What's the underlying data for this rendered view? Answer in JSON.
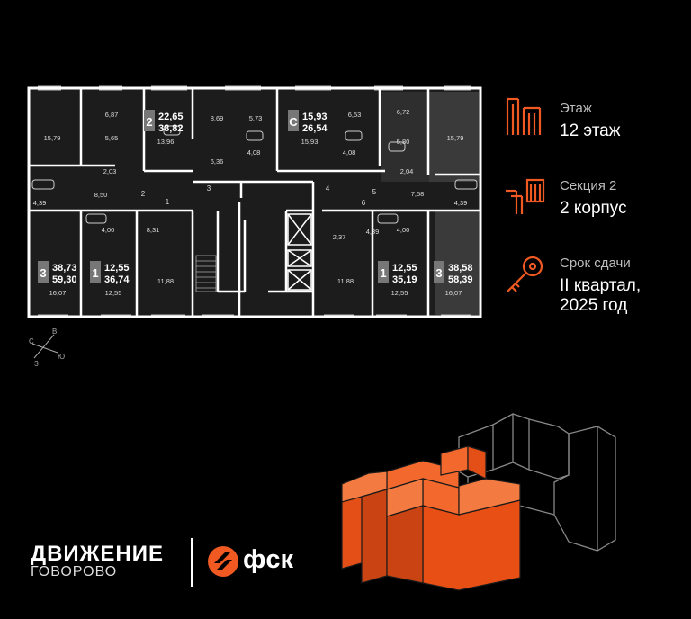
{
  "floor": {
    "label": "Этаж",
    "value": "12 этаж"
  },
  "section": {
    "label": "Секция 2",
    "value": "2 корпус"
  },
  "delivery": {
    "label": "Срок сдачи",
    "value_line1": "II квартал,",
    "value_line2": "2025 год"
  },
  "brand": {
    "name": "ДВИЖЕНИЕ",
    "sub": "ГОВОРОВО",
    "developer": "фск"
  },
  "compass": {
    "n": "С",
    "e": "В",
    "s": "Ю",
    "w": "З"
  },
  "accent_color": "#f05a22",
  "apartments": [
    {
      "rooms": "2",
      "a1": "22,65",
      "a2": "38,82"
    },
    {
      "rooms": "С",
      "a1": "15,93",
      "a2": "26,54"
    },
    {
      "rooms": "3",
      "a1": "38,73",
      "a2": "59,30"
    },
    {
      "rooms": "1",
      "a1": "12,55",
      "a2": "36,74"
    },
    {
      "rooms": "1",
      "a1": "12,55",
      "a2": "35,19"
    },
    {
      "rooms": "3",
      "a1": "38,58",
      "a2": "58,39"
    }
  ],
  "room_areas": [
    "6,87",
    "15,79",
    "5,65",
    "2,03",
    "13,96",
    "8,69",
    "5,73",
    "6,36",
    "4,08",
    "15,93",
    "6,53",
    "4,08",
    "6,72",
    "5,80",
    "2,04",
    "15,79",
    "8,50",
    "4,39",
    "7,58",
    "4,39",
    "4,00",
    "8,31",
    "2,37",
    "4,39",
    "4,00",
    "16,07",
    "12,55",
    "11,88",
    "11,88",
    "12,55",
    "16,07"
  ],
  "corridor_marks": [
    "2",
    "1",
    "3",
    "4",
    "5",
    "6"
  ]
}
